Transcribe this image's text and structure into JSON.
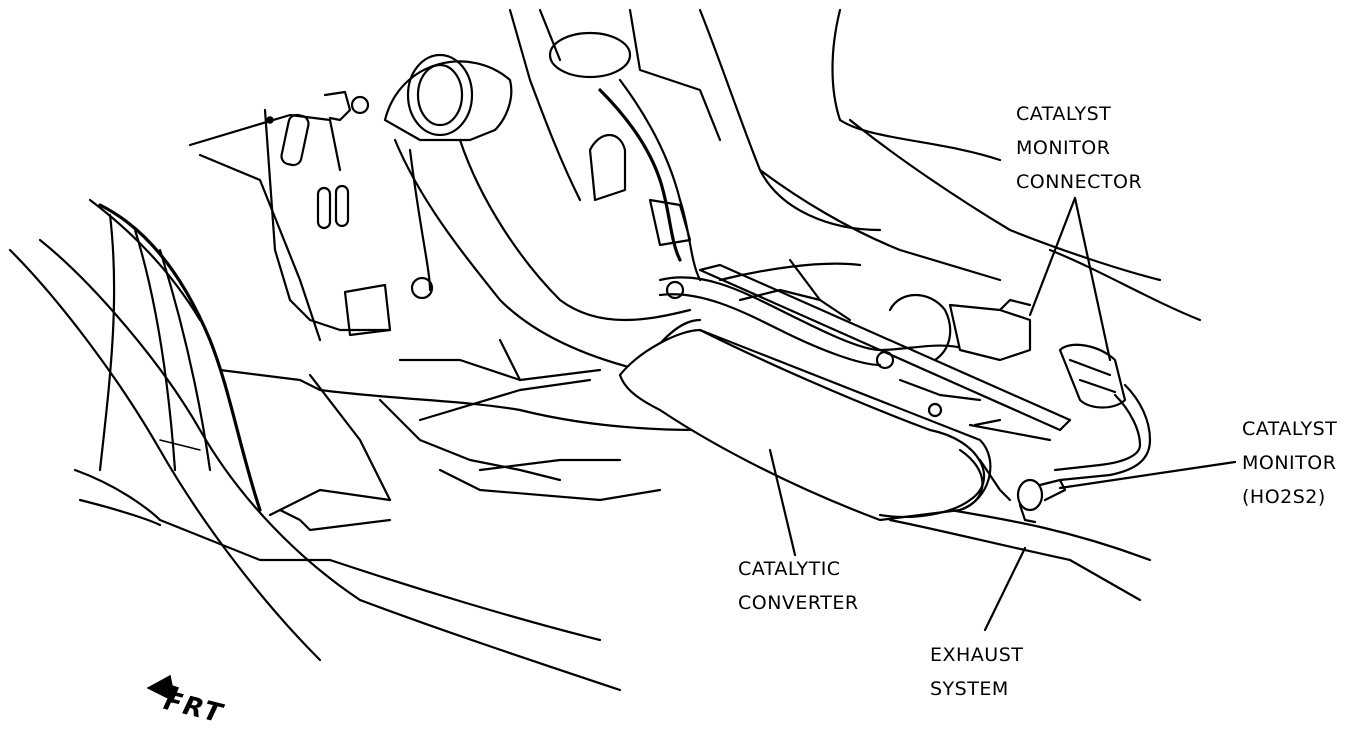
{
  "labels": {
    "catalyst_monitor_connector": [
      "CATALYST",
      "MONITOR",
      "CONNECTOR"
    ],
    "catalyst_monitor": [
      "CATALYST",
      "MONITOR",
      "(HO2S2)"
    ],
    "catalytic_converter": [
      "CATALYTIC",
      "CONVERTER"
    ],
    "exhaust_system": [
      "EXHAUST",
      "SYSTEM"
    ],
    "front_indicator": "FRT"
  }
}
